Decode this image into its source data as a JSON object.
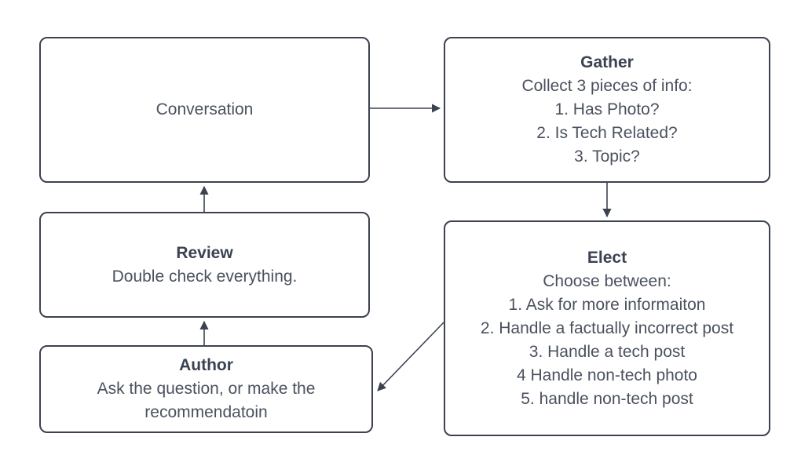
{
  "diagram": {
    "type": "flowchart",
    "background_color": "#ffffff",
    "node_border_color": "#3c4250",
    "text_color": "#4a515e",
    "edge_color": "#3c4250",
    "nodes": {
      "conversation": {
        "title": "",
        "lines": [
          "Conversation"
        ]
      },
      "gather": {
        "title": "Gather",
        "lines": [
          "Collect 3 pieces of info:",
          "1. Has Photo?",
          "2. Is Tech Related?",
          "3. Topic?"
        ]
      },
      "elect": {
        "title": "Elect",
        "lines": [
          "Choose between:",
          "1. Ask for more informaiton",
          "2. Handle a factually incorrect post",
          "3. Handle a tech post",
          "4 Handle non-tech photo",
          "5. handle non-tech post"
        ]
      },
      "review": {
        "title": "Review",
        "lines": [
          "Double check everything."
        ]
      },
      "author": {
        "title": "Author",
        "lines": [
          "Ask the question, or make the",
          "recommendatoin"
        ]
      }
    },
    "edges": [
      {
        "name": "conversation-to-gather",
        "from": "conversation",
        "to": "gather",
        "direction": "right",
        "label": ""
      },
      {
        "name": "gather-to-elect",
        "from": "gather",
        "to": "elect",
        "direction": "down",
        "label": ""
      },
      {
        "name": "elect-to-author",
        "from": "elect",
        "to": "author",
        "direction": "diagonal-down-left",
        "label": ""
      },
      {
        "name": "author-to-review",
        "from": "author",
        "to": "review",
        "direction": "up",
        "label": ""
      },
      {
        "name": "review-to-conversation",
        "from": "review",
        "to": "conversation",
        "direction": "up",
        "label": ""
      }
    ]
  }
}
